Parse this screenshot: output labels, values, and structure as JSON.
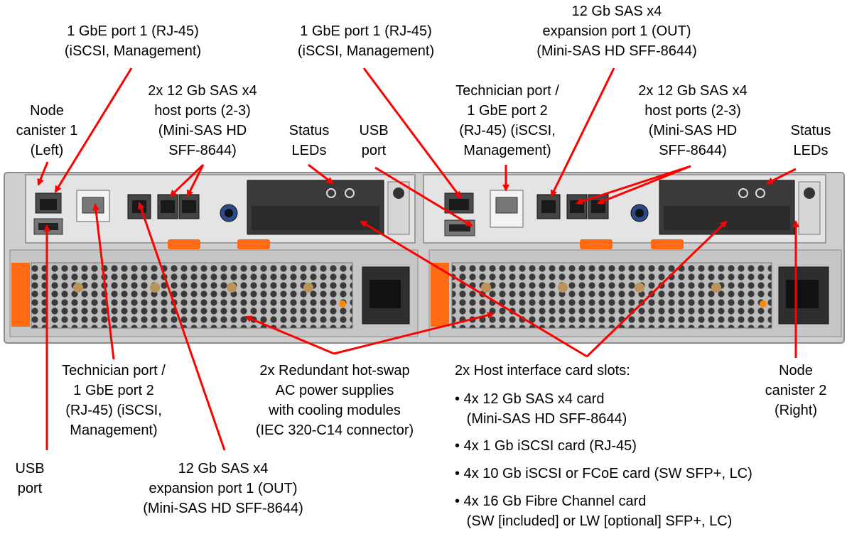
{
  "labels": {
    "gbe1_left": "1 GbE port 1 (RJ-45)\n(iSCSI, Management)",
    "gbe1_mid": "1 GbE port 1 (RJ-45)\n(iSCSI, Management)",
    "sas_exp_top": "12 Gb SAS x4\nexpansion port 1 (OUT)\n(Mini-SAS HD SFF-8644)",
    "sas_host_left": "2x 12 Gb SAS x4\nhost ports (2-3)\n(Mini-SAS HD\nSFF-8644)",
    "sas_host_right": "2x 12 Gb SAS x4\nhost ports (2-3)\n(Mini-SAS HD\nSFF-8644)",
    "tech_port_top": "Technician port /\n1 GbE port 2\n(RJ-45) (iSCSI,\nManagement)",
    "node1": "Node\ncanister 1\n(Left)",
    "status_left": "Status\nLEDs",
    "usb_top": "USB\nport",
    "status_right": "Status\nLEDs",
    "tech_port_bottom": "Technician port /\n1 GbE port 2\n(RJ-45) (iSCSI,\nManagement)",
    "psu": "2x Redundant hot-swap\nAC power supplies\nwith cooling modules\n(IEC 320-C14 connector)",
    "host_slots_title": "2x Host interface card slots:",
    "node2": "Node\ncanister 2\n(Right)",
    "usb_bottom": "USB\nport",
    "sas_exp_bottom": "12 Gb SAS x4\nexpansion port 1 (OUT)\n(Mini-SAS HD SFF-8644)"
  },
  "host_card_options": [
    "• 4x 12 Gb SAS x4 card\n   (Mini-SAS HD SFF-8644)",
    "• 4x 1 Gb iSCSI card (RJ-45)",
    "• 4x 10 Gb iSCSI or FCoE card (SW SFP+, LC)",
    "• 4x 16 Gb Fibre Channel card\n   (SW [included] or LW [optional] SFP+, LC)"
  ],
  "colors": {
    "arrow": "#ff0000",
    "chassis": "#d9d9d9",
    "canister_face": "#e8e8e8",
    "orange_latch": "#ff6a13",
    "dark_panel": "#2b2b2b",
    "power_supply": "#c8c8c8"
  },
  "icons": [
    "rj45-port-icon",
    "usb-port-icon",
    "sas-port-icon",
    "power-inlet-icon",
    "status-led-icon"
  ]
}
